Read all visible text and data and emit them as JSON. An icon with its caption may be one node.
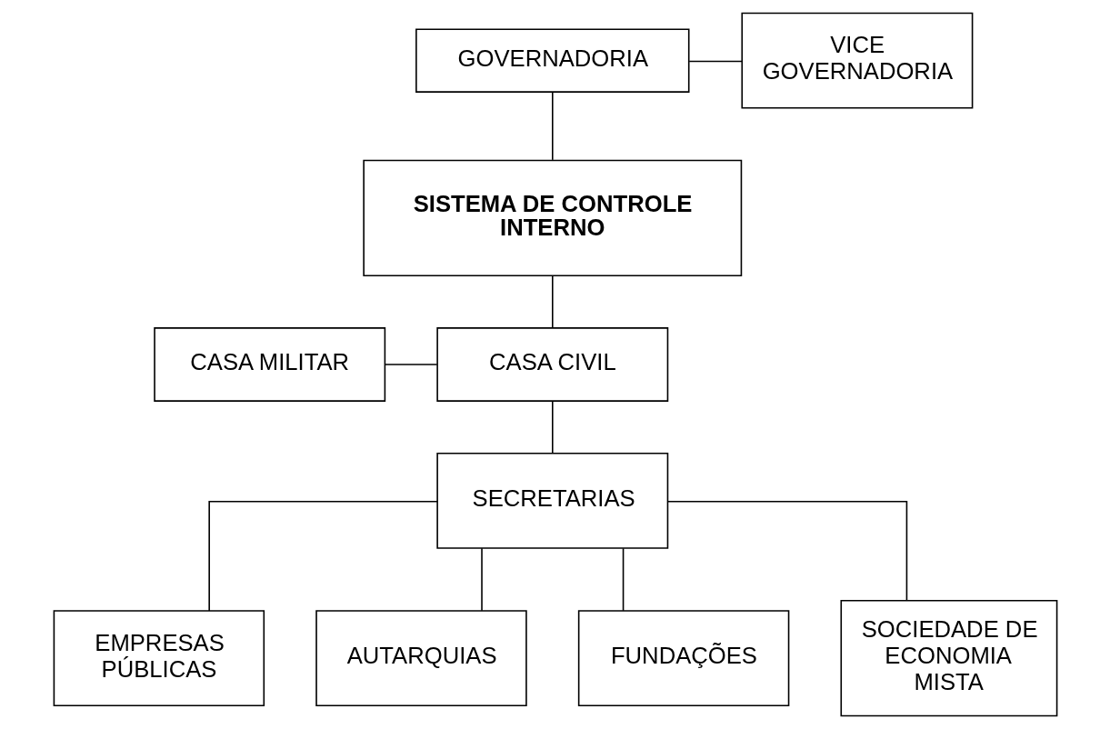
{
  "diagram": {
    "nodes": [
      {
        "text": [
          "GOVERNADORIA"
        ]
      },
      {
        "text": [
          "VICE GOVERNADORIA"
        ]
      },
      {
        "text": [
          "SISTEMA DE CONTROLE INTERNO"
        ]
      },
      {
        "text": [
          "CASA MILITAR"
        ]
      },
      {
        "text": [
          "CASA CIVIL"
        ]
      },
      {
        "text": [
          "SECRETARIAS"
        ]
      },
      {
        "text": [
          "EMPRESAS PÚBLICAS"
        ]
      },
      {
        "text": [
          "AUTARQUIAS"
        ]
      },
      {
        "text": [
          "FUNDAÇÕES"
        ]
      },
      {
        "text": [
          "SOCIEDADE DE ECONOMIA MISTA"
        ]
      }
    ],
    "edges": [
      {
        "from": 0,
        "to": 1,
        "arrow": "none"
      },
      {
        "from": 0,
        "to": 2,
        "arrow": "none"
      },
      {
        "from": 2,
        "to": 4,
        "arrow": "none"
      },
      {
        "from": 3,
        "to": 4,
        "arrow": "none"
      },
      {
        "from": 4,
        "to": 5,
        "arrow": "none"
      },
      {
        "from": 5,
        "to": 6,
        "arrow": "none"
      },
      {
        "from": 5,
        "to": 7,
        "arrow": "none"
      },
      {
        "from": 5,
        "to": 8,
        "arrow": "none"
      },
      {
        "from": 5,
        "to": 9,
        "arrow": "none"
      }
    ]
  }
}
